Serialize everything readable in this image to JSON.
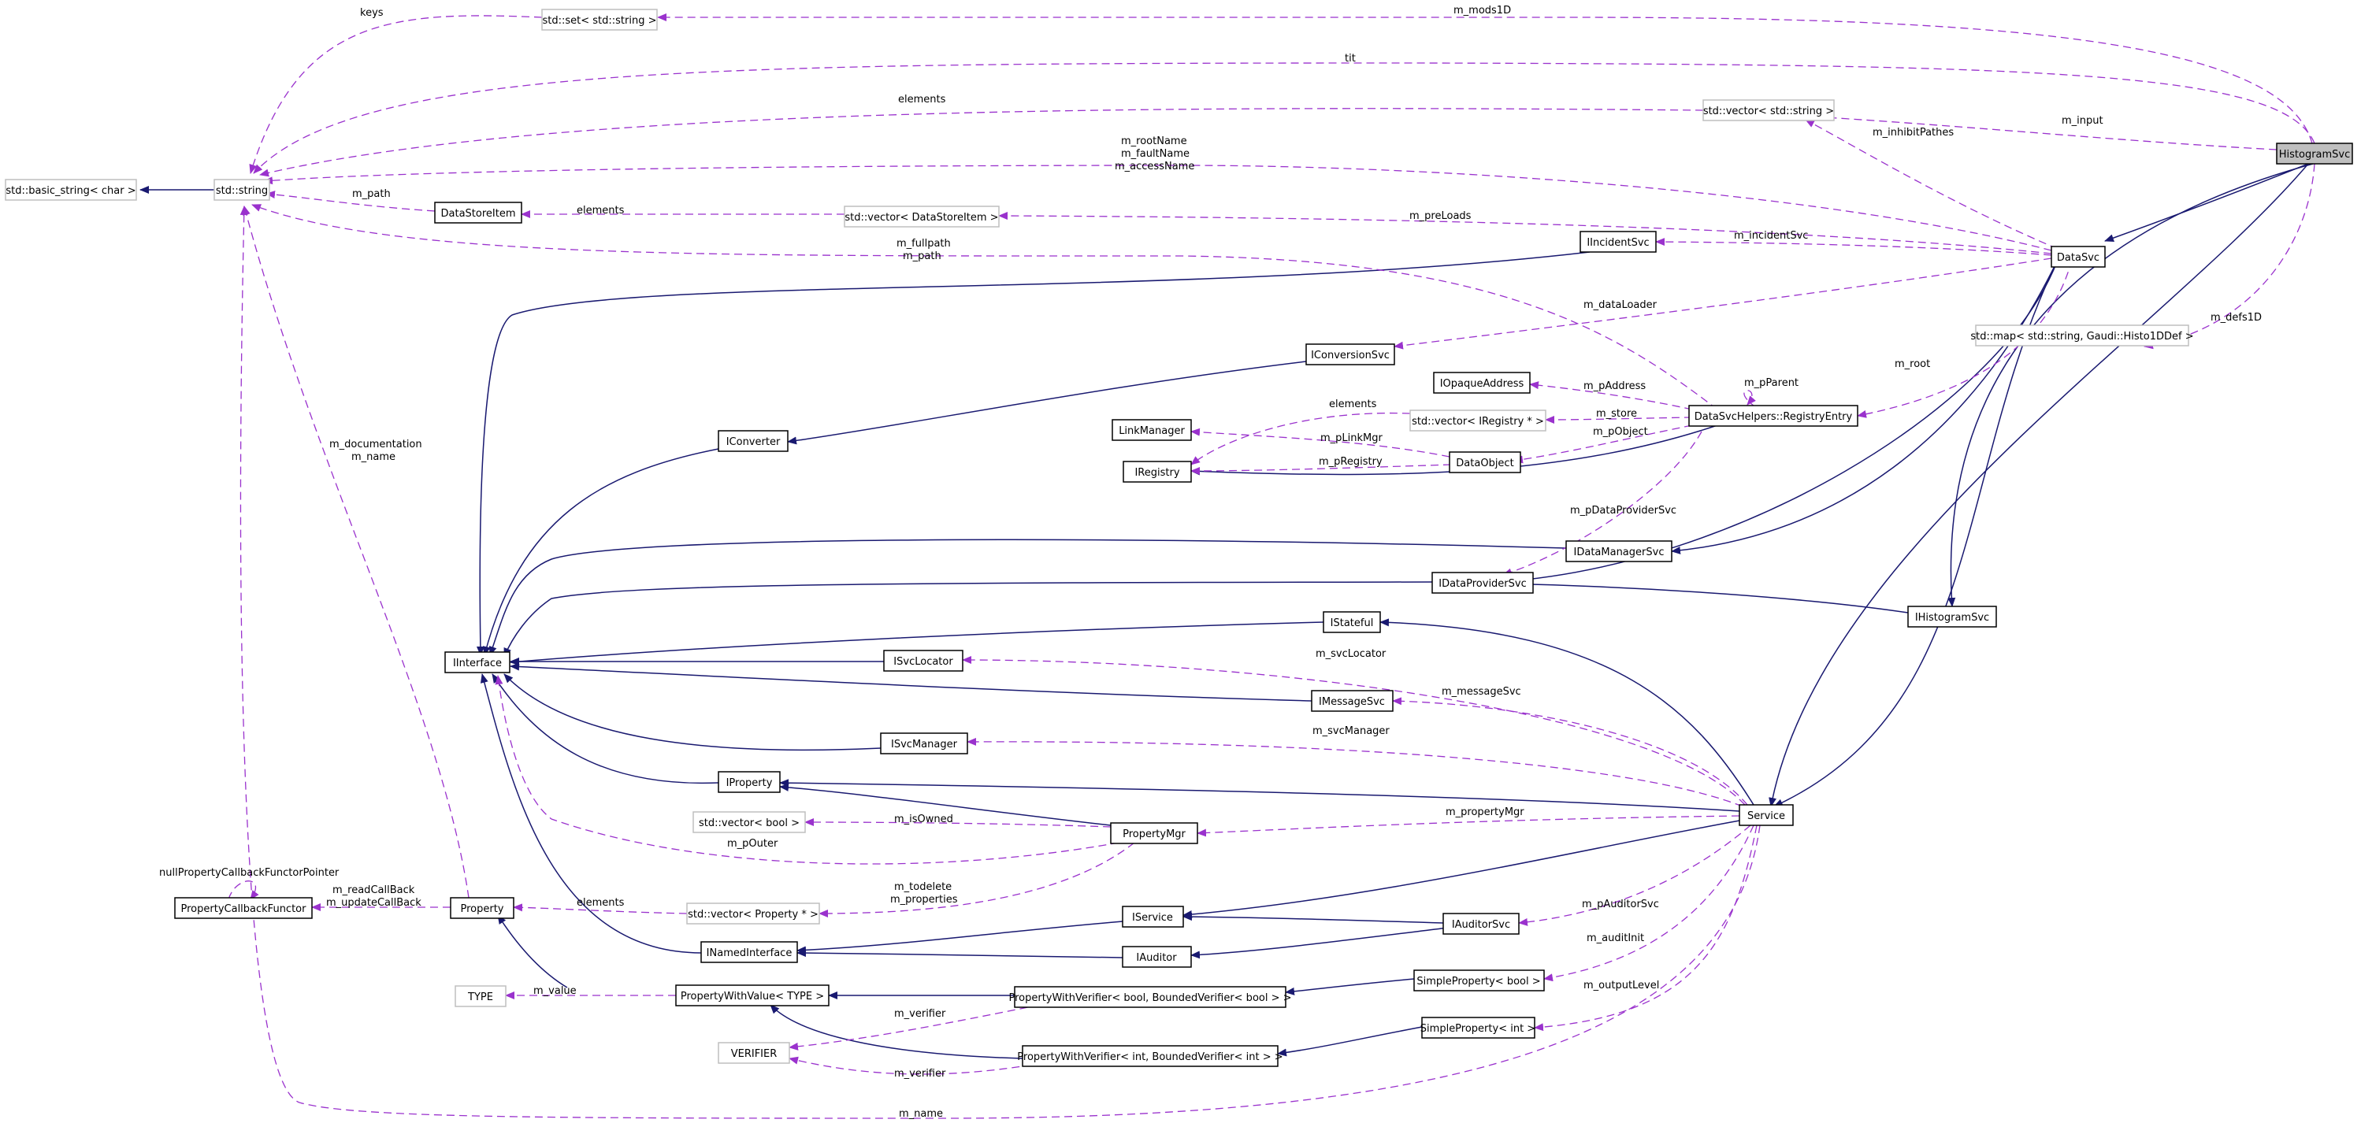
{
  "nodes": {
    "histogramsvc": "HistogramSvc",
    "datasvc": "DataSvc",
    "service": "Service",
    "ihistogramsvc": "IHistogramSvc",
    "idataprovidersvc": "IDataProviderSvc",
    "idatamanagersvc": "IDataManagerSvc",
    "iinterface": "IInterface",
    "iincidentsvc": "IIncidentSvc",
    "iconversionsvc": "IConversionSvc",
    "iconverter": "IConverter",
    "iopaqueaddress": "IOpaqueAddress",
    "linkmanager": "LinkManager",
    "iregistry": "IRegistry",
    "dataobject": "DataObject",
    "registryentry": "DataSvcHelpers::RegistryEntry",
    "vector_iregistry": "std::vector< IRegistry * >",
    "std_set": "std::set< std::string >",
    "std_vector_string": "std::vector< std::string >",
    "std_map": "std::map< std::string, Gaudi::Histo1DDef >",
    "basic_string": "std::basic_string< char >",
    "std_string": "std::string",
    "datastoreitem": "DataStoreItem",
    "vector_datastoreitem": "std::vector< DataStoreItem >",
    "istateful": "IStateful",
    "isvclocator": "ISvcLocator",
    "imessagesvc": "IMessageSvc",
    "isvcmanager": "ISvcManager",
    "iproperty": "IProperty",
    "vector_bool": "std::vector< bool >",
    "propertymgr": "PropertyMgr",
    "propertycallbackfunctor": "PropertyCallbackFunctor",
    "property": "Property",
    "vector_property": "std::vector< Property * >",
    "iservice": "IService",
    "inamedinterface": "INamedInterface",
    "iauditor": "IAuditor",
    "iauditorsvc": "IAuditorSvc",
    "type": "TYPE",
    "propertywithvalue": "PropertyWithValue< TYPE >",
    "pwv_bool": "PropertyWithVerifier< bool, BoundedVerifier< bool > >",
    "simpleproperty_bool": "SimpleProperty< bool >",
    "simpleproperty_int": "SimpleProperty< int >",
    "pwv_int": "PropertyWithVerifier< int, BoundedVerifier< int > >",
    "verifier": "VERIFIER"
  },
  "edge_labels": {
    "keys": "keys",
    "m_mods1d": "m_mods1D",
    "tit": "tit",
    "elements_vecstr": "elements",
    "m_input": "m_input",
    "m_inhibitpathes": "m_inhibitPathes",
    "m_rootname": "m_rootName",
    "m_faultname": "m_faultName",
    "m_accessname": "m_accessName",
    "m_path_dsi": "m_path",
    "elements_dsi": "elements",
    "m_preloads": "m_preLoads",
    "m_incidentsvc": "m_incidentSvc",
    "m_fullpath": "m_fullpath",
    "m_path_reg": "m_path",
    "m_dataloader": "m_dataLoader",
    "m_defs1d": "m_defs1D",
    "m_root": "m_root",
    "m_pparent": "m_pParent",
    "m_paddress": "m_pAddress",
    "elements_reg": "elements",
    "m_store": "m_store",
    "m_plinkmgr": "m_pLinkMgr",
    "m_pobject": "m_pObject",
    "m_pregistry": "m_pRegistry",
    "m_pdataprovidersvc": "m_pDataProviderSvc",
    "m_documentation": "m_documentation",
    "m_name_doc": "m_name",
    "m_svclocator": "m_svcLocator",
    "m_messagesvc": "m_messageSvc",
    "m_svcmanager": "m_svcManager",
    "m_isowned": "m_isOwned",
    "m_propertymgr": "m_propertyMgr",
    "m_pouter": "m_pOuter",
    "m_todelete": "m_todelete",
    "m_properties": "m_properties",
    "nullpropertycallbackfunctorpointer": "nullPropertyCallbackFunctorPointer",
    "m_readcallback": "m_readCallBack",
    "m_updatecallback": "m_updateCallBack",
    "elements_prop": "elements",
    "m_pauditorsvc": "m_pAuditorSvc",
    "m_auditinit": "m_auditInit",
    "m_outputlevel": "m_outputLevel",
    "m_value": "m_value",
    "m_verifier_bool": "m_verifier",
    "m_verifier_int": "m_verifier",
    "m_name_bottom": "m_name"
  },
  "colors": {
    "inheritance_edge": "#191970",
    "usage_edge": "#9a32cd",
    "focus_fill": "#bfbfbf",
    "external_border": "#bfbfbf"
  }
}
